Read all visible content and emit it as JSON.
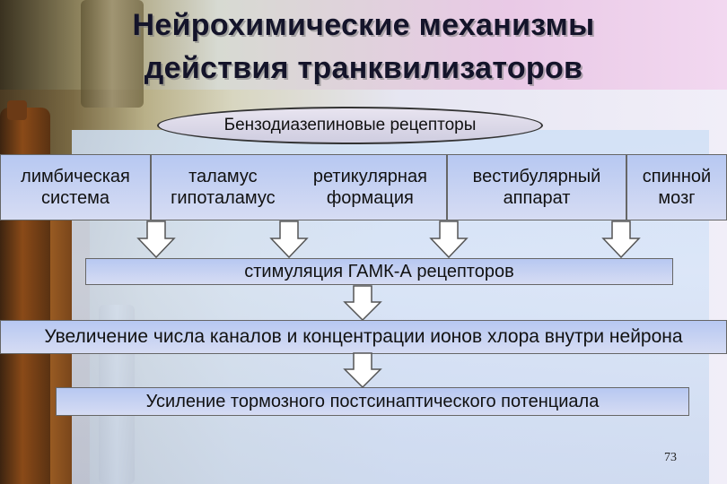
{
  "title_line1": "Нейрохимические механизмы",
  "title_line2": "действия транквилизаторов",
  "oval_label": "Бензодиазепиновые рецепторы",
  "areas": [
    {
      "text": "лимбическая\nсистема"
    },
    {
      "text": "таламус\nгипоталамус",
      "text2": "ретикулярная\nформация"
    },
    {
      "text": "вестибулярный\nаппарат"
    },
    {
      "text": "спинной\nмозг"
    }
  ],
  "step1": "стимуляция ГАМК-А рецепторов",
  "step2": "Увеличение числа каналов и концентрации ионов хлора внутри нейрона",
  "step3": "Усиление тормозного постсинаптического потенциала",
  "page_number": "73",
  "colors": {
    "box_fill": "#c9d3f3",
    "arrow_fill": "#ffffff",
    "outline": "#555555"
  }
}
